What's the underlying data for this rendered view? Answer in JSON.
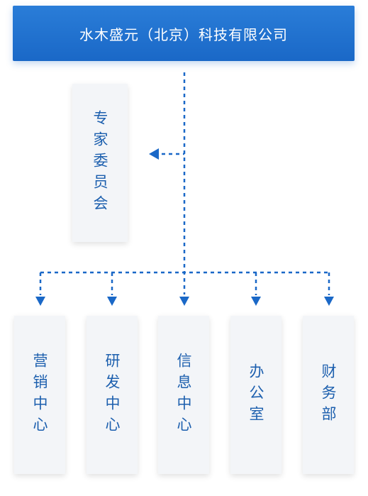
{
  "company": {
    "name": "水木盛元（北京）科技有限公司"
  },
  "committee": {
    "label": "专家委员会"
  },
  "departments": [
    {
      "label": "营销中心"
    },
    {
      "label": "研发中心"
    },
    {
      "label": "信息中心"
    },
    {
      "label": "办公室"
    },
    {
      "label": "财务部"
    }
  ],
  "colors": {
    "primary": "#1a68c7",
    "text": "#1c5fae",
    "box": "#f3f5f8"
  }
}
